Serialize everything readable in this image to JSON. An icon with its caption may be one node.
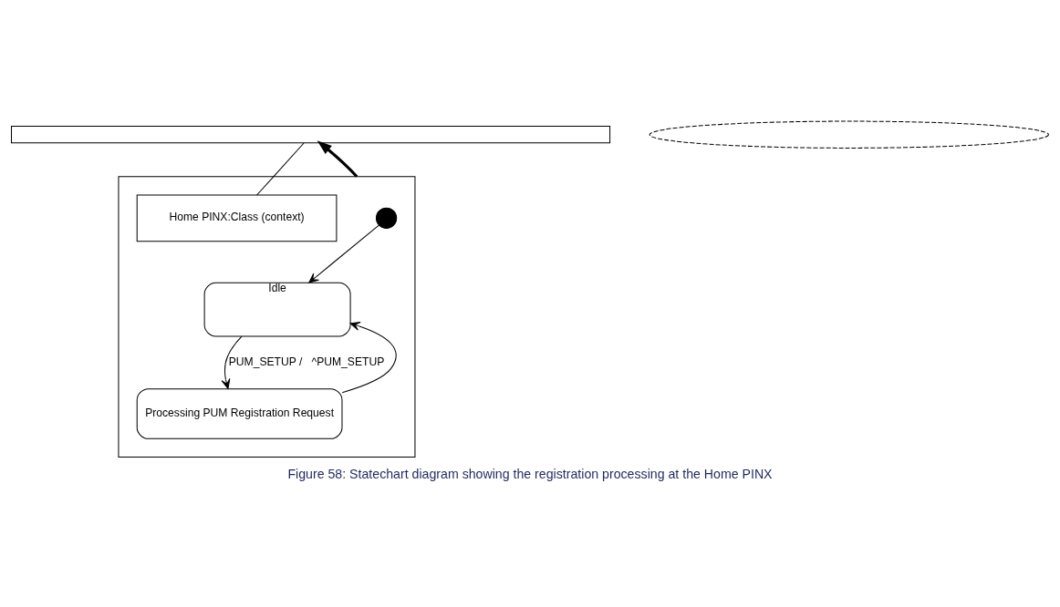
{
  "diagram": {
    "caption": "Figure 58: Statechart diagram showing the registration processing at the Home PINX",
    "nodes": [
      {
        "text": [],
        "shape": "box"
      },
      {
        "text": [],
        "shape": "ellipse"
      },
      {
        "text": [],
        "shape": "box"
      },
      {
        "text": [
          "Home PINX:Class (context)"
        ],
        "in": 2
      },
      {
        "text": [],
        "shape": "circle",
        "in": 2
      },
      {
        "text": [
          "Idle"
        ],
        "in": 2
      },
      {
        "text": [
          "Processing PUM Registration Request"
        ],
        "in": 2
      }
    ],
    "edges": [
      {
        "from": 3,
        "to": 0,
        "arrow": "none"
      },
      {
        "from": 2,
        "to": 0,
        "arrow": "to",
        "style": "thick"
      },
      {
        "from": 4,
        "to": 5,
        "arrow": "to"
      },
      {
        "from": 5,
        "to": 6,
        "arrow": "to",
        "label": "PUM_SETUP /   ^PUM_SETUP"
      },
      {
        "from": 6,
        "to": 5,
        "arrow": "to"
      }
    ]
  }
}
